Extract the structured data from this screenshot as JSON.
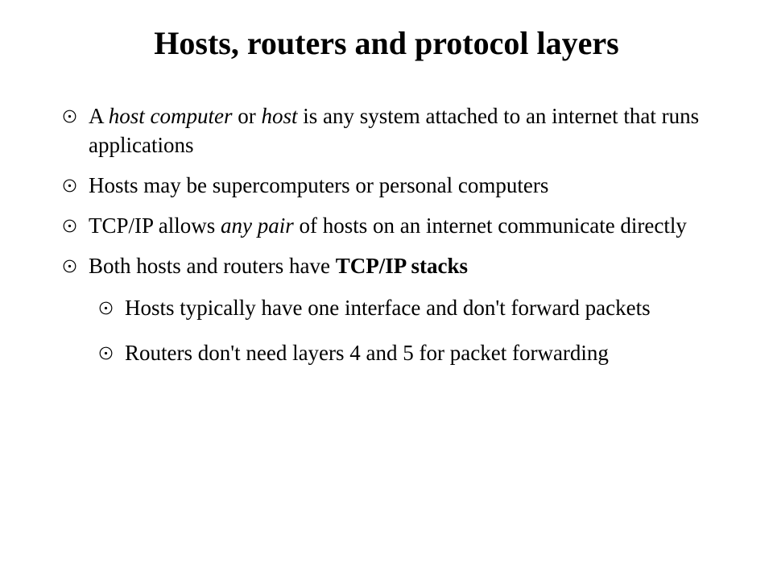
{
  "slide": {
    "title": "Hosts, routers and protocol layers",
    "bullets": [
      {
        "level": 1,
        "parts": [
          {
            "text": "A ",
            "style": "normal"
          },
          {
            "text": "host computer",
            "style": "italic"
          },
          {
            "text": " or ",
            "style": "normal"
          },
          {
            "text": "host",
            "style": "italic"
          },
          {
            "text": " is any system attached to an internet that runs applications",
            "style": "normal"
          }
        ]
      },
      {
        "level": 1,
        "parts": [
          {
            "text": "Hosts may be supercomputers or personal computers",
            "style": "normal"
          }
        ]
      },
      {
        "level": 1,
        "parts": [
          {
            "text": "TCP/IP allows ",
            "style": "normal"
          },
          {
            "text": "any pair",
            "style": "italic"
          },
          {
            "text": " of hosts on an internet communicate directly",
            "style": "normal"
          }
        ]
      },
      {
        "level": 1,
        "parts": [
          {
            "text": "Both hosts and routers have ",
            "style": "normal"
          },
          {
            "text": "TCP/IP stacks",
            "style": "bold"
          }
        ]
      },
      {
        "level": 2,
        "parts": [
          {
            "text": "Hosts typically have one interface and don't forward packets",
            "style": "normal"
          }
        ]
      },
      {
        "level": 2,
        "parts": [
          {
            "text": "Routers don't need layers 4 and 5 for packet forwarding",
            "style": "normal"
          }
        ]
      }
    ]
  }
}
